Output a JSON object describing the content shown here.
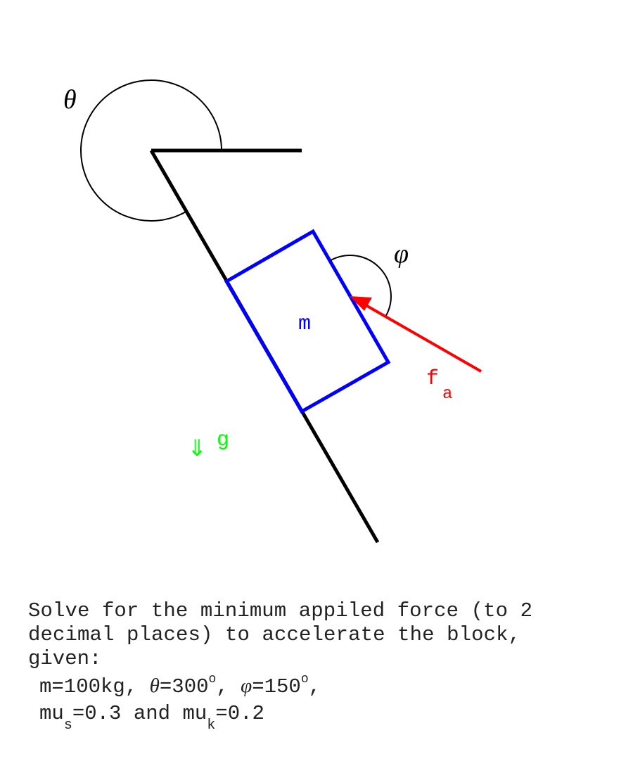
{
  "diagram": {
    "theta_label": "θ",
    "phi_label": "φ",
    "mass_label": "m",
    "force_label": "f",
    "force_subscript": "a",
    "gravity_arrow": "⇓",
    "gravity_label": "g",
    "colors": {
      "incline": "#000000",
      "block": "#0000ff",
      "force": "#ff0000",
      "gravity": "#00ff00",
      "arc": "#000000"
    }
  },
  "problem": {
    "line1": "Solve for the minimum appiled force (to 2",
    "line2": "decimal places) to accelerate the block,",
    "line3": "given:",
    "m_text": "m=100kg, ",
    "theta_sym": "θ",
    "theta_val": "=300",
    "phi_sym": "φ",
    "phi_val": "=150",
    "degree": "o",
    "comma": ", ",
    "comma_end": ",",
    "mu_s": "mu",
    "mu_s_sub": "s",
    "mu_s_val": "=0.3 and ",
    "mu_k": "mu",
    "mu_k_sub": "k",
    "mu_k_val": "=0.2"
  }
}
